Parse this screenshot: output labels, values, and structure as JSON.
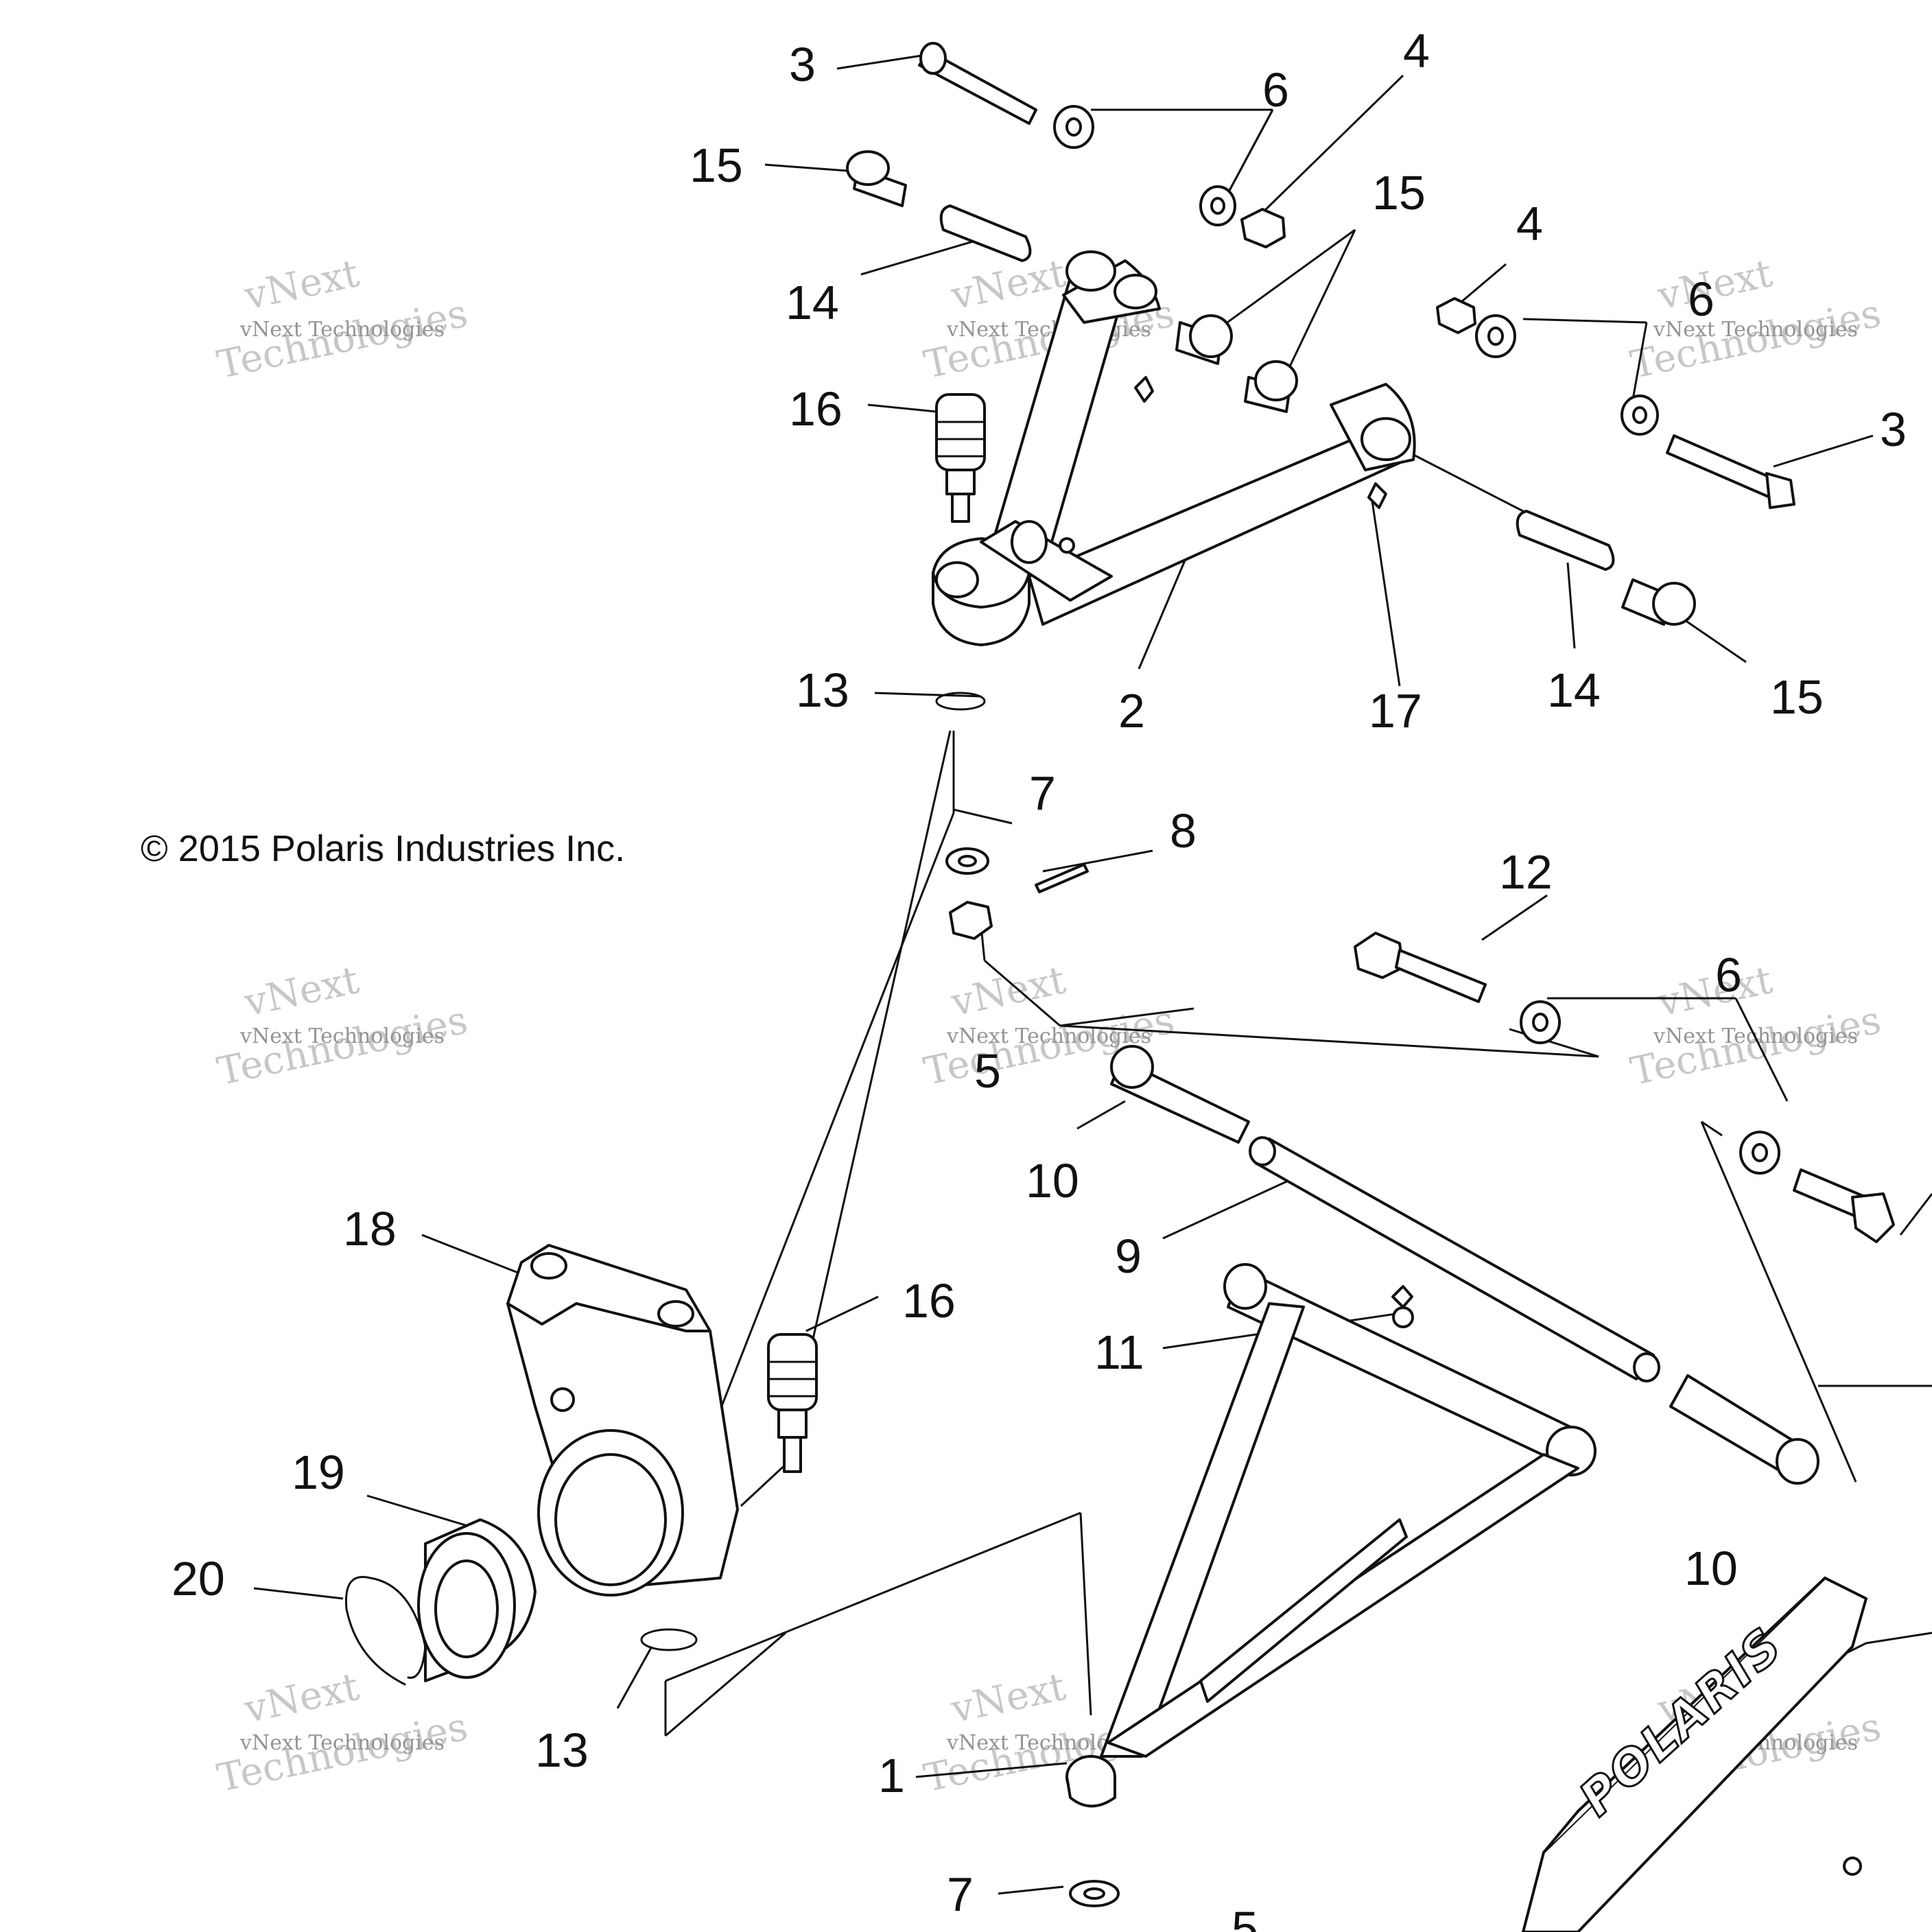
{
  "copyright": "© 2015 Polaris Industries Inc.",
  "watermark": {
    "line1": "vNext Technologies",
    "line2": "vNext",
    "line3": "Technologies"
  },
  "logo_text": "POLARIS",
  "callouts": [
    "1",
    "2",
    "3",
    "4",
    "5",
    "6",
    "7",
    "8",
    "9",
    "10",
    "11",
    "12",
    "13",
    "14",
    "15",
    "16",
    "17",
    "18",
    "19",
    "20"
  ]
}
